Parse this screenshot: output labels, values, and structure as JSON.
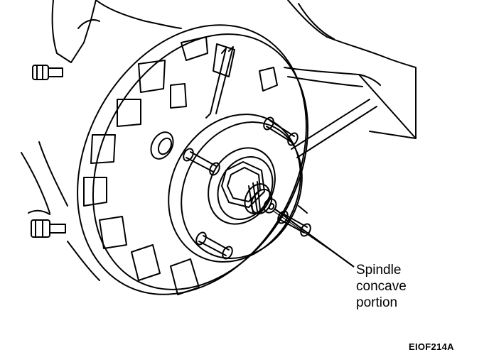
{
  "figure": {
    "callout_lines": [
      "Spindle",
      "concave",
      "portion"
    ],
    "figure_code": "EIOF214A"
  },
  "colors": {
    "ink": "#000000",
    "paper": "#ffffff"
  }
}
